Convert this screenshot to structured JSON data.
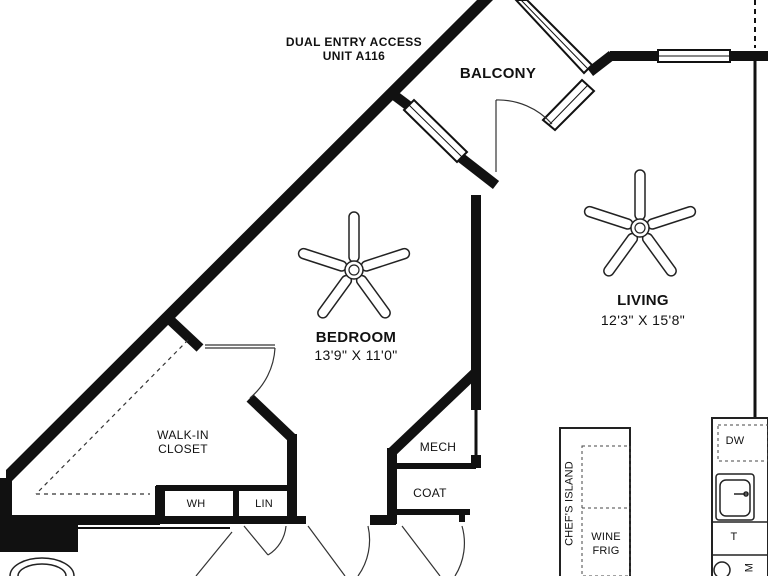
{
  "note": {
    "line1": "DUAL ENTRY ACCESS",
    "line2": "UNIT A116"
  },
  "rooms": {
    "balcony": {
      "name": "BALCONY"
    },
    "bedroom": {
      "name": "BEDROOM",
      "dims": "13'9\" X 11'0\""
    },
    "living": {
      "name": "LIVING",
      "dims": "12'3\" X 15'8\""
    },
    "closet": {
      "line1": "WALK-IN",
      "line2": "CLOSET"
    }
  },
  "fixtures": {
    "mech": "MECH",
    "coat": "COAT",
    "wh": "WH",
    "lin": "LIN",
    "dw": "DW",
    "t": "T",
    "island": "CHEF'S ISLAND",
    "wine_line1": "WINE",
    "wine_line2": "FRIG",
    "partial_right": "M"
  },
  "colors": {
    "wall": "#111111",
    "line": "#222222",
    "background": "#ffffff"
  },
  "icons": [
    "ceiling-fan-icon",
    "sink-icon",
    "door-swing-icon",
    "window-icon"
  ]
}
